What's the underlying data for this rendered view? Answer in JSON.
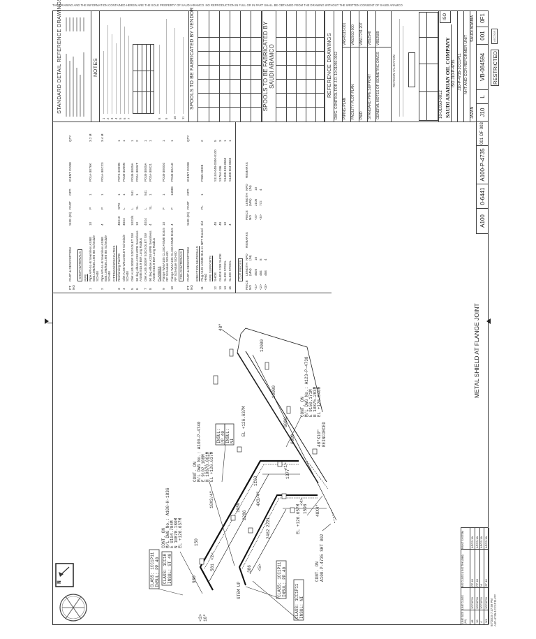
{
  "copyright": "THE DRAWING AND THE INFORMATION CONTAINED HEREIN ARE THE SOLE PROPERTY OF SAUDI ARAMCO. NO REPRODUCTION IN FULL OR IN PART SHALL BE OBTAINED FROM THE DRAWING WITHOUT THE WRITTEN CONSENT OF SAUDI ARAMCO",
  "drawing_title": "METAL SHIELD AT FLANGE JOINT",
  "sections": {
    "std_detail": "STANDARD DETAIL REFERENCE DRAWINGS",
    "notes": "NOTES",
    "spools_vendor": "SPOOLS TO BE FABRICATED BY VENDOR",
    "spools_aramco": "SPOOLS TO BE FABRICATED BY SAUDI ARAMCO",
    "reference": "REFERENCE DRAWINGS",
    "revision_validation": "REVISION VALIDATION"
  },
  "note_numbers": [
    "1",
    "2",
    "3",
    "4",
    "5",
    "6",
    "7",
    "8",
    "9",
    "10",
    "11"
  ],
  "reference_drawings": [
    {
      "title": "DWG. CONTROL FOR J.O. 10-01050-0012",
      "number": ""
    },
    {
      "title": "PIPING PLAN",
      "number": "VA549115 001"
    },
    {
      "title": "FACILITY PLOT PLAN",
      "number": "VA52010 000"
    },
    {
      "title": "P&ID",
      "number": "VA517741 207"
    },
    {
      "title": "STANDARD PIPE SUPPORT",
      "number": "VB52548"
    },
    {
      "title": "GENERAL NOTES OF ISOMETRIC DWGS",
      "number": "VB52589"
    }
  ],
  "title_block": {
    "jo_number": "10-01050-0012",
    "company": "SAUDI ARABIAN OIL COMPANY",
    "iso_number": "ISO J10-P-4735",
    "line_number": "J10-P-4735-1CC1P11",
    "unit": "NHT AND CCR-REFORMER UNIT",
    "location": "JAZAN",
    "country": "SAUDI ARABIA",
    "drawing_type": "ISO"
  },
  "number_strip": [
    {
      "key": "plant",
      "value": "A100"
    },
    {
      "key": "index",
      "value": "0-6441"
    },
    {
      "key": "contractor_dwg",
      "value": "A100-P-4735"
    },
    {
      "key": "sheet",
      "value": "001 OF 003"
    },
    {
      "key": "plant_no",
      "value": "J10"
    },
    {
      "key": "index_letter",
      "value": "L"
    },
    {
      "key": "drawing_number",
      "value": "VB-084594"
    },
    {
      "key": "sheet_no",
      "value": "001"
    },
    {
      "key": "rev",
      "value": "0F1"
    }
  ],
  "stamps": {
    "restricted": "RESTRICTED",
    "vector": "VECTOR"
  },
  "plot_info": {
    "date": "9/7/2015 7:37:59 PM",
    "file": "A1P-4735-1CC1P11-PP"
  },
  "materials": {
    "headers": {
      "pt_no": "PT NO",
      "description": "PART & DESCRIPTION",
      "size": "SIZE (IN)",
      "part": "PART",
      "opt": "OPT.",
      "ident": "IDENT CODE",
      "qty": "QTY"
    },
    "shop_label": "SHOP MATERIALS",
    "field_label": "FIELD MATERIALS",
    "groups": {
      "pipe": "PIPE",
      "fittings": "FITTINGS/SPECIALTIES",
      "flanges": "FLANGES",
      "erection": "ERECTION MATERIALS",
      "supports": "PIPE SUPPORTS"
    },
    "items": [
      {
        "pt": "1",
        "desc": "Pipe API-5L-B Seamless ASME B36.10M/B36.19M BE Schedule SCH40",
        "size": "10",
        "part": "P",
        "opt": "1",
        "ident": "P01A-3E76K",
        "qty": "3.2 M"
      },
      {
        "pt": "2",
        "desc": "Pipe API-5L-B Seamless ASME B36.10M/B36.19M BE Schedule SCH40",
        "size": "4",
        "part": "P",
        "opt": "1",
        "ident": "P01A-3ECC3",
        "qty": "3.4 M"
      },
      {
        "pt": "3",
        "desc": "Reinforcing Pad RE",
        "size": "48X10",
        "part": "SPD",
        "opt": "1",
        "ident": "P0FS-3D09N",
        "qty": "1"
      },
      {
        "pt": "4",
        "desc": "Olet A105 WELDOLET Schedule SCH40",
        "size": "48X4",
        "part": "L",
        "opt": "1",
        "ident": "P01B-3D05N",
        "qty": "1"
      },
      {
        "pt": "5",
        "desc": "Olet A105 3000# SOCKOLET SW",
        "size": "10X3/4",
        "part": "L",
        "opt": "541",
        "ident": "P01B-3E05A",
        "qty": "1"
      },
      {
        "pt": "6",
        "desc": "90 deg elbow A234-WPB Seamless ASME B16.9 BW Long Radius",
        "size": "10",
        "part": "SL",
        "opt": "1",
        "ident": "P02A-3E0HT",
        "qty": "2"
      },
      {
        "pt": "7",
        "desc": "Olet A105 3000# SOCKOLET SW",
        "size": "40X4",
        "part": "L",
        "opt": "541",
        "ident": "P01B-3E05A",
        "qty": "1"
      },
      {
        "pt": "8",
        "desc": "90 deg elbow A234-WPB Seamless ASME B16.9 BW Long Radius",
        "size": "4",
        "part": "SL",
        "opt": "1",
        "ident": "P02A-3E021",
        "qty": "1"
      },
      {
        "pt": "9",
        "desc": "Flange WN A105 CL150 ASME B16.5 RF Schedule SCH40",
        "size": "10",
        "part": "F",
        "opt": "1",
        "ident": "P01B-3E0G0",
        "qty": "1"
      },
      {
        "pt": "10",
        "desc": "Flange WN A105 CL150 ASME B16.5 RF Schedule SCH40",
        "size": "4",
        "part": "F",
        "opt": "14888",
        "ident": "P01B-3EALE",
        "qty": "1"
      },
      {
        "pt": "11",
        "desc": "Plug A105 ASME B16.11 NPT Round Head",
        "size": "3/4",
        "part": "PL",
        "opt": "1",
        "ident": "P365-3E0I8",
        "qty": "2"
      },
      {
        "pt": "12",
        "desc": "SHOE",
        "size": "48",
        "part": "",
        "opt": "",
        "ident": "S1104-048-0300-0100",
        "qty": "5"
      },
      {
        "pt": "13",
        "desc": "GUIDE FOR SHOE",
        "size": "48",
        "part": "",
        "opt": "",
        "ident": "S1764-286",
        "qty": "3"
      },
      {
        "pt": "14",
        "desc": "SLIDE STOOL",
        "size": "10",
        "part": "",
        "opt": "",
        "ident": "S1488-819-0650",
        "qty": "1"
      },
      {
        "pt": "15",
        "desc": "SLIDE STOOL",
        "size": "4",
        "part": "",
        "opt": "",
        "ident": "S1488-804-0650",
        "qty": "1"
      }
    ]
  },
  "cut_pieces": {
    "label": "CUT PIECES",
    "headers": {
      "piece": "PIECE NO",
      "length": "LENGTH (MM)",
      "npd": "NPD (IN)",
      "remarks": "REMARKS"
    },
    "set_a": [
      {
        "piece": "<1>",
        "length": "4820",
        "npd": "10"
      },
      {
        "piece": "<2>",
        "length": "484",
        "npd": "8"
      },
      {
        "piece": "<3>",
        "length": "468",
        "npd": "4"
      }
    ],
    "set_b": [
      {
        "piece": "<4>",
        "length": "2106",
        "npd": "10"
      },
      {
        "piece": "<5>",
        "length": "772",
        "npd": "4"
      }
    ]
  },
  "line_list": {
    "headers": [
      "LINE SIZE (IN)",
      "LINE CLASS",
      "INS CLASS & INS THK (MM)",
      "PAINT SYSTEM"
    ],
    "rows": [
      [
        "48",
        "1CC1P11",
        "PP 40",
        "APCS-1A"
      ],
      [
        "10",
        "1CC1P11",
        "PP 40",
        "APCS-1A"
      ],
      [
        "4",
        "1CC1P11",
        "NI",
        "APCS-1A"
      ],
      [
        "3/4",
        "1CC1P11",
        "ST 40",
        "APCS-1A"
      ]
    ]
  },
  "iso": {
    "north": "N",
    "cont1": [
      "CONT. ON",
      "M/L DWG No.: A100-H-1836",
      "E 9104.784M",
      "N 10878.180M",
      "EL +126.637M"
    ],
    "cont2": [
      "CONT. ON",
      "M/L DWG No.: A100-P-4740",
      "E 9102.108M",
      "N 10878.061M",
      "EL +126.637M"
    ],
    "cont3": [
      "CONT. ON",
      "M/L DWG No.: A123-P-4738",
      "E 9150.171M",
      "N 10875.283M",
      "EL +126.040M"
    ],
    "cont4": [
      "CONT. ON",
      "A100-P-4735 SHT 002"
    ],
    "class1": [
      "CLASS: 1CC1P11",
      "INSUL: PP 40"
    ],
    "class2": [
      "CLASS: 1CC1R",
      "INSUL: ST 40"
    ],
    "class3": [
      "CLASS: 1CC1P11",
      "INSUL: PP 40"
    ],
    "class4": [
      "CLASS: 1CC1P11",
      "INSUL: NI"
    ],
    "insul1": [
      "INSUL:",
      "PP 40"
    ],
    "insul2": [
      "INSUL:",
      "NI"
    ],
    "el1": "EL +126.637M",
    "el2": "EL +126.657M",
    "reinforced": [
      "48\"X10\"",
      "REINFORCED"
    ],
    "stem_up": "STEM UP",
    "size_48": "48\"",
    "size_10": "10\"",
    "branch_10x34": "10X3/4\"",
    "branch_4x34": "4X3/4\"",
    "branch_48x4": "48X4\"",
    "dims": {
      "d12000": "12000",
      "d10000": "10000",
      "d6000a": "6000",
      "d6000b": "6000",
      "d1377": "1377",
      "d1598": "1598",
      "d1163": "1163",
      "d1050": "1050",
      "d2286": "2286",
      "d2221": "2221",
      "d2462": "2462",
      "d386": "386",
      "d150": "150",
      "d980": "980",
      "d581": "581"
    },
    "pieces": {
      "p1": "<1>",
      "p2": "<2>",
      "p3": "<3>",
      "p4": "<4>",
      "p5": "<5>"
    }
  },
  "colors": {
    "ink": "#333333",
    "paper": "#ffffff"
  }
}
